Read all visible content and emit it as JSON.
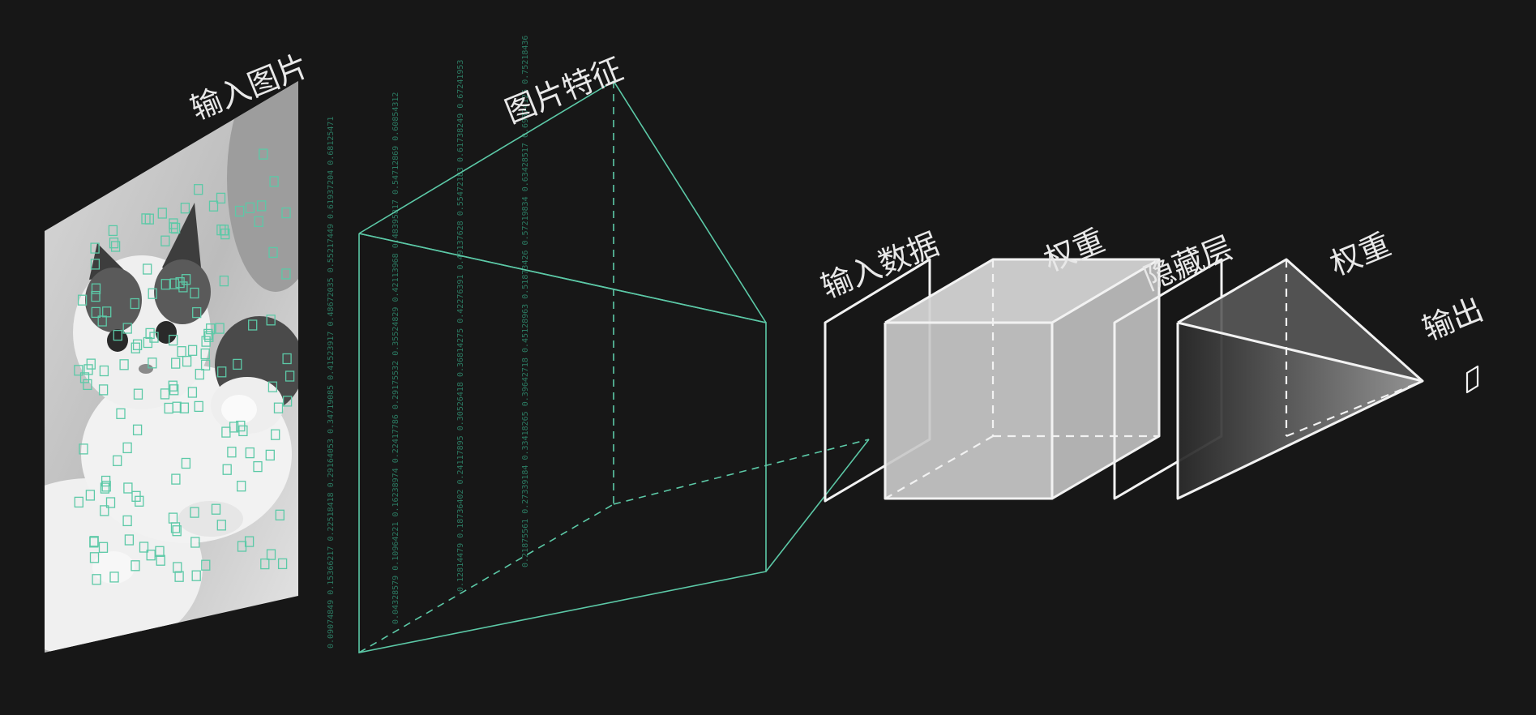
{
  "labels": {
    "input_image": "输入图片",
    "image_features": "图片特征",
    "input_data": "输入数据",
    "weights_1": "权重",
    "hidden_layer": "隐藏层",
    "weights_2": "权重",
    "output": "输出"
  },
  "feature_values": {
    "column_1": [
      "0.09074849",
      "0.15366217",
      "0.22518418",
      "0.29164053",
      "0.34719085",
      "0.41523917",
      "0.48672035",
      "0.55217449",
      "0.61937204",
      "0.68125471"
    ],
    "column_2": [
      "0.04328579",
      "0.10964221",
      "0.16238974",
      "0.22417786",
      "0.29175532",
      "0.35524829",
      "0.42113968",
      "0.48395817",
      "0.54712869",
      "0.60854312"
    ],
    "column_3": [
      "0.12814479",
      "0.18736402",
      "0.24117895",
      "0.30526418",
      "0.36814275",
      "0.42276391",
      "0.49137628",
      "0.55472183",
      "0.61738249",
      "0.67241953"
    ],
    "column_4": [
      "0.21875561",
      "0.27339184",
      "0.33418265",
      "0.39642718",
      "0.45128963",
      "0.51873426",
      "0.57219834",
      "0.63428517",
      "0.69374125",
      "0.75218436"
    ]
  },
  "colors": {
    "background": "#171717",
    "feature_accent": "#5cc9a7",
    "structure": "#f2f2f2"
  },
  "icons": [
    "cat-photo",
    "feature-grid-squares",
    "weight-cube",
    "output-pyramid"
  ]
}
